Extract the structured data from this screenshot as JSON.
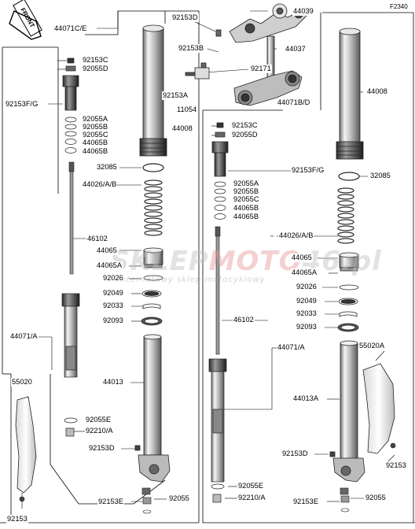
{
  "diagram_code": "F2340",
  "front_label": "FRONT",
  "watermark": {
    "line1_a": "SKLEP",
    "line1_b": "MOTO",
    "line1_c": "46",
    "line1_d": ".pl",
    "line2": "internetowy sklep motocyklowy"
  },
  "labels": {
    "l_44071ce": "44071C/E",
    "l_92153d_top": "92153D",
    "l_44039": "44039",
    "l_92153b": "92153B",
    "l_44037": "44037",
    "l_92171": "92171",
    "l_92153a": "92153A",
    "l_44071bd": "44071B/D",
    "l_11054": "11054",
    "l_44008_r": "44008",
    "l_92153c_l": "92153C",
    "l_92055d_l": "92055D",
    "l_92153fg_l": "92153F/G",
    "l_92055a_l": "92055A",
    "l_92055b_l": "92055B",
    "l_92055c_l": "92055C",
    "l_44065b_l1": "44065B",
    "l_44065b_l2": "44065B",
    "l_44008_l": "44008",
    "l_32085_l": "32085",
    "l_44026_l": "44026/A/B",
    "l_46102_l": "46102",
    "l_44065_l": "44065",
    "l_44065a_l": "44065A",
    "l_92026_l": "92026",
    "l_92049_l": "92049",
    "l_92033_l": "92033",
    "l_92093_l": "92093",
    "l_44071a_l": "44071/A",
    "l_44013_l": "44013",
    "l_55020_l": "55020",
    "l_92055e_l": "92055E",
    "l_92210_l": "92210/A",
    "l_92153d_l": "92153D",
    "l_92153e_l": "92153E",
    "l_92055_l": "92055",
    "l_92153_l": "92153",
    "l_92153c_r": "92153C",
    "l_92055d_r": "92055D",
    "l_92153fg_r": "92153F/G",
    "l_32085_r": "32085",
    "l_92055a_r": "92055A",
    "l_92055b_r": "92055B",
    "l_92055c_r": "92055C",
    "l_44065b_r1": "44065B",
    "l_44065b_r2": "44065B",
    "l_44026_r": "44026/A/B",
    "l_44065_r": "44065",
    "l_44065a_r": "44065A",
    "l_92026_r": "92026",
    "l_92049_r": "92049",
    "l_92033_r": "92033",
    "l_46102_r": "46102",
    "l_92093_r": "92093",
    "l_44071a_r": "44071/A",
    "l_55020a_r": "55020A",
    "l_44013a_r": "44013A",
    "l_92153d_r": "92153D",
    "l_92153_r": "92153",
    "l_92055e_r": "92055E",
    "l_92210_r": "92210/A",
    "l_92153e_r": "92153E",
    "l_92055_r": "92055"
  }
}
